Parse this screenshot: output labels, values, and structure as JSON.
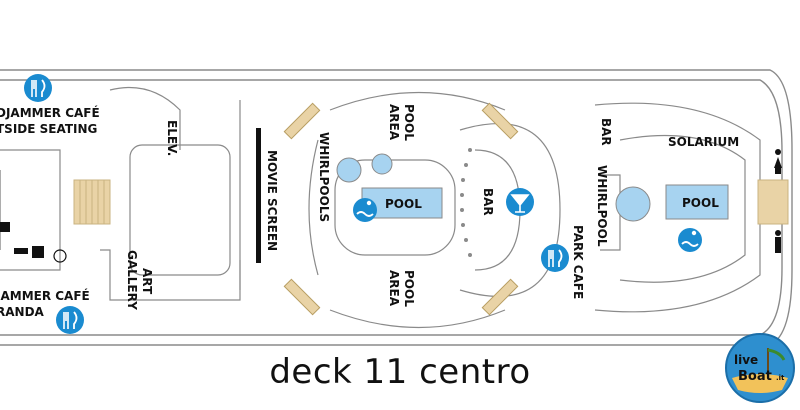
{
  "deck_title": "deck 11 centro",
  "labels": {
    "windjammer_outside_line1": "DJAMMER CAFÉ",
    "windjammer_outside_line2": "TSIDE SEATING",
    "windjammer_veranda_line1": "JAMMER CAFÉ",
    "windjammer_veranda_line2": "RANDA",
    "elevators": "ELEV.",
    "art_gallery_line1": "ART",
    "art_gallery_line2": "GALLERY",
    "movie_screen": "MOVIE SCREEN",
    "whirlpools": "WHIRLPOOLS",
    "pool_area": "POOL",
    "pool_area_word2": "AREA",
    "pool_main": "POOL",
    "bar_center": "BAR",
    "bar_right": "BAR",
    "whirlpool_right": "WHIRLPOOL",
    "park_cafe": "PARK CAFE",
    "solarium": "SOLARIUM",
    "pool_solarium": "POOL"
  },
  "logo": {
    "line1": "live",
    "line2": "Boat",
    "suffix": ".it"
  },
  "colors": {
    "icon_blue": "#1a8bd0",
    "pool_blue": "#a7d3f0",
    "stair_tan": "#e9d3a6",
    "outline": "#8a8a8a"
  },
  "icons": [
    "dining-icon",
    "swimming-icon",
    "bar-cocktail-icon",
    "restroom-women-icon",
    "restroom-men-icon",
    "elevator-icon"
  ]
}
